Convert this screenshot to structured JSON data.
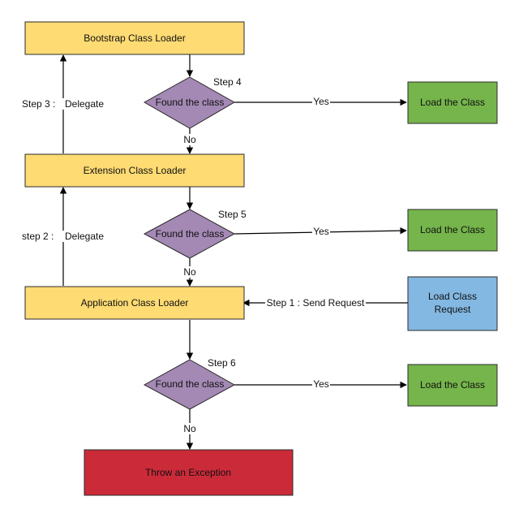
{
  "colors": {
    "loader_fill": "#fedb73",
    "loader_stroke": "#2b2b2b",
    "decision_fill": "#a489b4",
    "result_fill": "#75b54b",
    "request_fill": "#83b8e2",
    "exception_fill": "#cb2a39",
    "line": "#000000"
  },
  "loaders": {
    "bootstrap": "Bootstrap Class Loader",
    "extension": "Extension Class Loader",
    "application": "Application Class Loader"
  },
  "decisions": {
    "d1_label": "Found the class",
    "d2_label": "Found the class",
    "d3_label": "Found the class"
  },
  "results": {
    "r1": "Load the Class",
    "r2": "Load the Class",
    "r3": "Load the Class"
  },
  "request": {
    "line1": "Load Class",
    "line2": "Request"
  },
  "exception": "Throw an Exception",
  "labels": {
    "step4": "Step 4",
    "step5": "Step 5",
    "step6": "Step 6",
    "step3": "Step 3 :",
    "delegate3": "Delegate",
    "step2": "step 2 :",
    "delegate2": "Delegate",
    "step1": "Step 1 : Send Request",
    "yes1": "Yes",
    "yes2": "Yes",
    "yes3": "Yes",
    "no1": "No",
    "no2": "No",
    "no3": "No"
  }
}
